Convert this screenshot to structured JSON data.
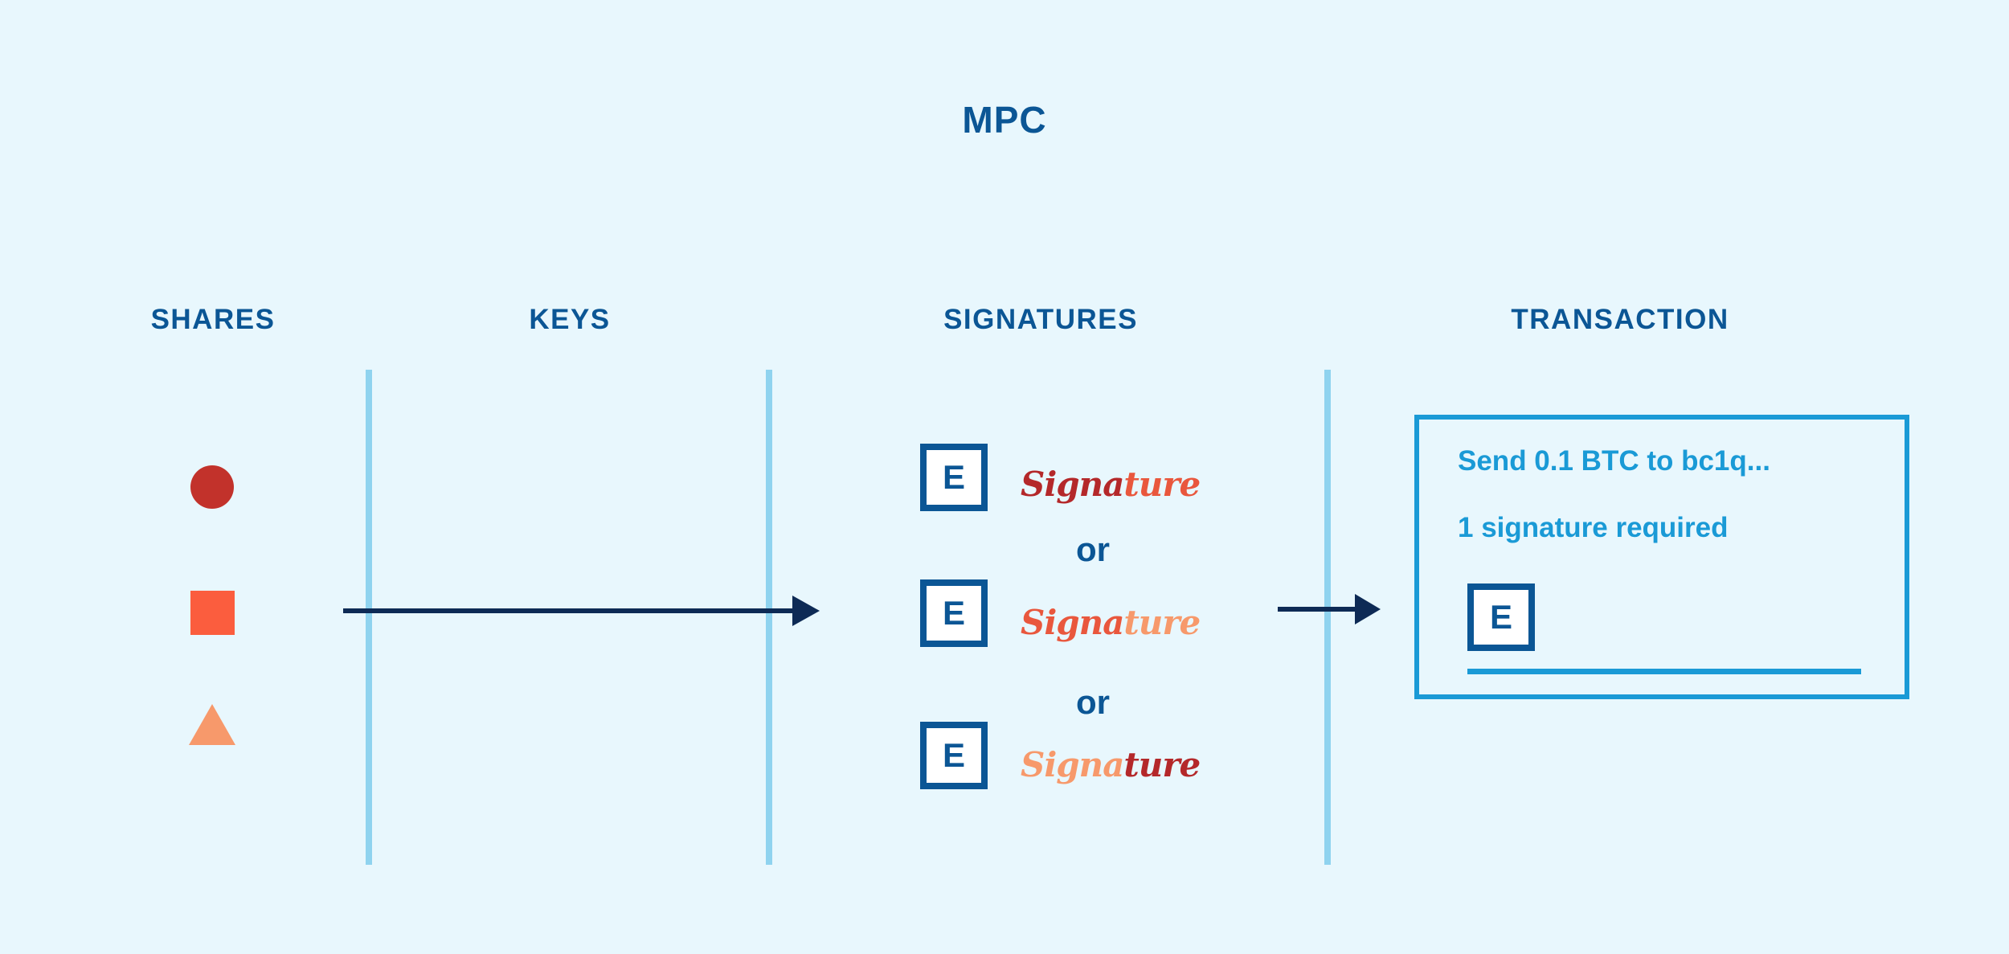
{
  "title": "MPC",
  "columns": {
    "shares": "SHARES",
    "keys": "KEYS",
    "signatures": "SIGNATURES",
    "transaction": "TRANSACTION"
  },
  "colors": {
    "share_circle": "#c2322b",
    "share_square": "#fb5d3e",
    "share_triangle": "#f7996b",
    "divider": "#8fd3ef",
    "primary": "#0b5695",
    "transaction": "#1a9ad6",
    "arrow": "#0d2a55"
  },
  "signatures": [
    {
      "key_glyph": "E",
      "text": "Signature"
    },
    {
      "key_glyph": "E",
      "text": "Signature"
    },
    {
      "key_glyph": "E",
      "text": "Signature"
    }
  ],
  "or_label": "or",
  "transaction": {
    "line1": "Send 0.1 BTC to bc1q...",
    "line2": "1 signature required",
    "key_glyph": "E"
  }
}
